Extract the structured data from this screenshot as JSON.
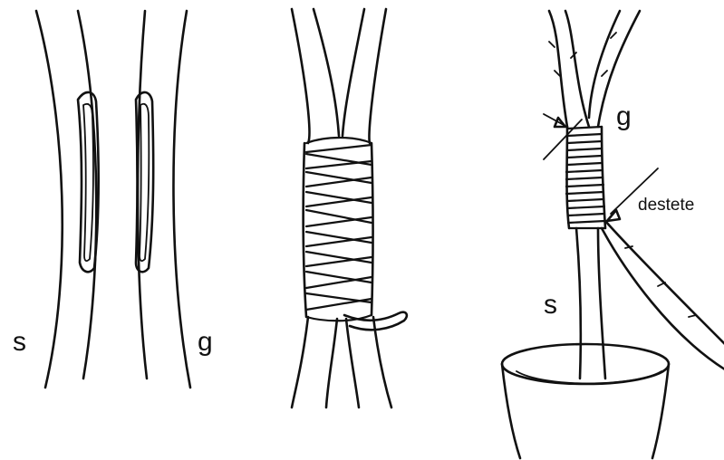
{
  "panels": [
    {
      "id": "left-panel",
      "labels": {
        "scion": "s",
        "graft": "g"
      }
    },
    {
      "id": "middle-panel"
    },
    {
      "id": "right-panel",
      "labels": {
        "graft": "g",
        "scion": "s",
        "callout": "destete"
      }
    }
  ],
  "colors": {
    "ink": "#111111",
    "background": "#ffffff"
  }
}
